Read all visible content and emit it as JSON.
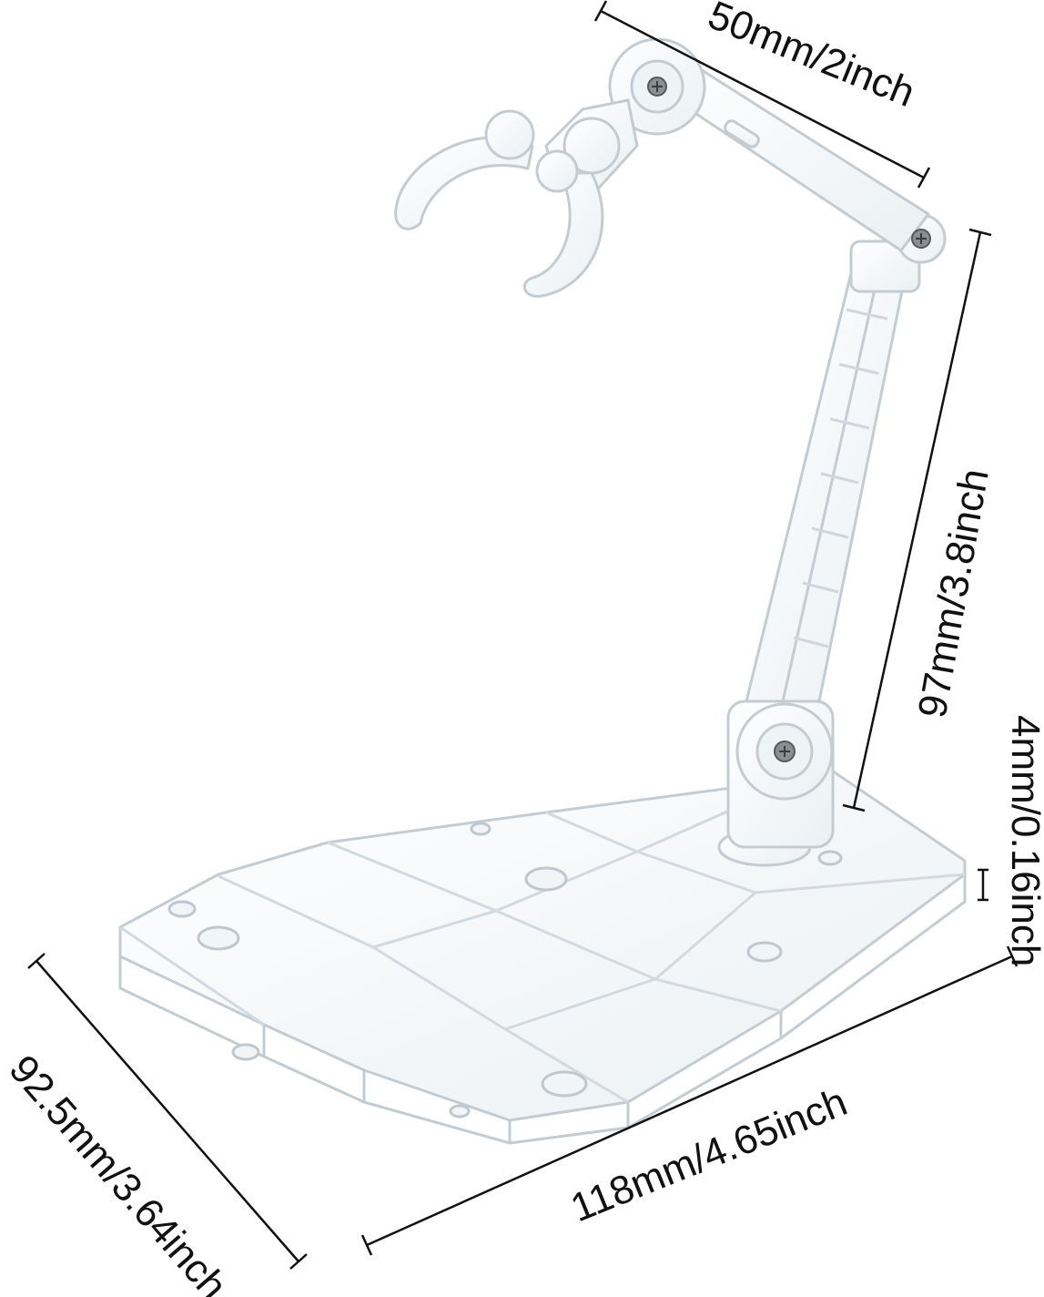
{
  "product": {
    "name": "clear-action-figure-display-stand",
    "colors": {
      "plastic_stroke": "#c9d2d8",
      "plastic_fill": "#f4f7f9",
      "plastic_highlight": "#e8eef2",
      "screw": "#6b6f74",
      "dimension_line": "#111111"
    }
  },
  "dimensions": {
    "arm_length": "50mm/2inch",
    "arm_height": "97mm/3.8inch",
    "base_thickness": "4mm/0.16inch",
    "base_width": "118mm/4.65inch",
    "base_depth": "92.5mm/3.64inch"
  }
}
